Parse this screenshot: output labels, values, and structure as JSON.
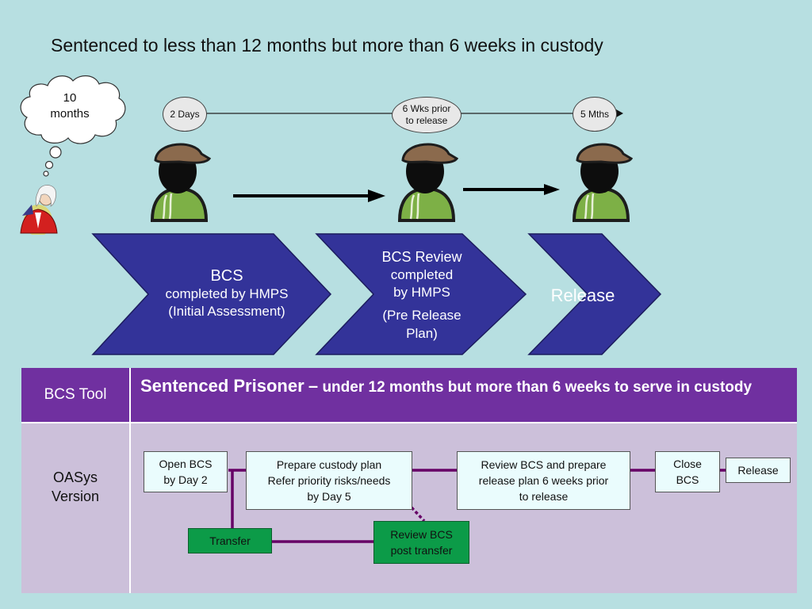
{
  "title": "Sentenced to less than 12 months but more than 6 weeks in custody",
  "thought": {
    "line1": "10",
    "line2": "months"
  },
  "timeline": {
    "marker1": "2 Days",
    "marker2_line1": "6 Wks prior",
    "marker2_line2": "to release",
    "marker3": "5 Mths"
  },
  "chevrons": [
    {
      "line1": "BCS",
      "line2": "completed by HMPS",
      "line3": "(Initial Assessment)"
    },
    {
      "line1": "BCS Review",
      "line2": "completed",
      "line3": "by HMPS",
      "line4": "(Pre Release",
      "line5": "Plan)"
    },
    {
      "line1": "Release"
    }
  ],
  "table": {
    "col1_header": "BCS Tool",
    "col2_header_bold": "Sentenced Prisoner",
    "col2_header_dash": "–",
    "col2_header_rest": "under 12 months but more than 6 weeks to serve in custody",
    "row_label_line1": "OASys",
    "row_label_line2": "Version"
  },
  "flow": {
    "open_bcs": {
      "line1": "Open BCS",
      "line2": "by Day 2"
    },
    "prepare": {
      "line1": "Prepare custody plan",
      "line2": "Refer priority risks/needs",
      "line3": "by Day 5"
    },
    "review": {
      "line1": "Review BCS and prepare",
      "line2": "release plan 6 weeks prior",
      "line3": "to release"
    },
    "close": {
      "line1": "Close",
      "line2": "BCS"
    },
    "release": "Release",
    "transfer": "Transfer",
    "review_post": {
      "line1": "Review BCS",
      "line2": "post transfer"
    }
  },
  "colors": {
    "background": "#b7dfe1",
    "chevron": "#333399",
    "table_header": "#7030a0",
    "table_body": "#ccc0da",
    "connector": "#660066",
    "green_box": "#0c9b48"
  }
}
